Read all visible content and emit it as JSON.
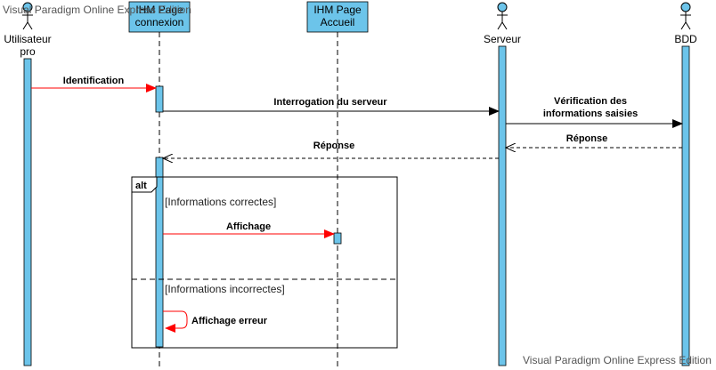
{
  "watermark": "Visual Paradigm Online Express Edition",
  "lifelines": {
    "user_line1": "Utilisateur",
    "user_line2": "pro",
    "connexion_line1": "IHM Page",
    "connexion_line2": "connexion",
    "accueil_line1": "IHM Page",
    "accueil_line2": "Accueil",
    "server": "Serveur",
    "bdd": "BDD"
  },
  "messages": {
    "identification": "Identification",
    "interrogation": "Interrogation du serveur",
    "verification_line1": "Vérification des",
    "verification_line2": "informations saisies",
    "reponse_bdd": "Réponse",
    "reponse_server": "Réponse",
    "affichage": "Affichage",
    "affichage_erreur": "Affichage erreur"
  },
  "fragment": {
    "operator": "alt",
    "guard_true": "[Informations correctes]",
    "guard_false": "[Informations incorrectes]"
  },
  "colors": {
    "activation_fill": "#6cc4ea",
    "box_fill": "#6cc4ea",
    "red_message": "#ff0000",
    "black_message": "#000000"
  }
}
